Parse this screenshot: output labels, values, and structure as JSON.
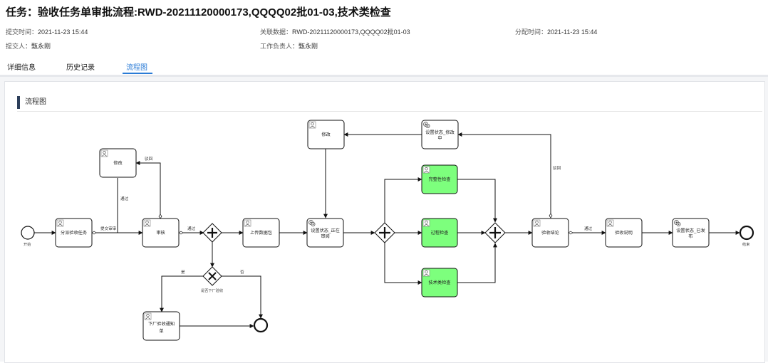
{
  "header": {
    "title": "任务：验收任务单审批流程:RWD-20211120000173,QQQQ02批01-03,技术类检查",
    "fields": [
      {
        "label": "提交时间：",
        "value": "2021-11-23 15:44"
      },
      {
        "label": "关联数据：",
        "value": "RWD-20211120000173,QQQQ02批01-03"
      },
      {
        "label": "分配时间：",
        "value": "2021-11-23 15:44"
      },
      {
        "label": "提交人：",
        "value": "甄永刚"
      },
      {
        "label": "工作负责人：",
        "value": "甄永刚"
      }
    ]
  },
  "tabs": [
    {
      "label": "详细信息",
      "active": false
    },
    {
      "label": "历史记录",
      "active": false
    },
    {
      "label": "流程图",
      "active": true
    }
  ],
  "section": {
    "title": "流程图"
  },
  "colors": {
    "accent": "#2a7bd6",
    "active_task": "#7dff7d",
    "section_bar": "#2c3e5a"
  },
  "flow": {
    "events": {
      "start": "开始",
      "end": "结束"
    },
    "tasks": {
      "assign": "分派验收任务",
      "modify1": "修改",
      "review": "审核",
      "upload": "上传数据包",
      "set_status_review": [
        "设置状态_正在",
        "审阅"
      ],
      "modify2": "修改",
      "set_status_modify": [
        "设置状态_修改",
        "中"
      ],
      "consistency": "完整性检查",
      "process": "过程检查",
      "technical": "技术类检查",
      "conclusion": "验收结论",
      "evaluate": "验收说明",
      "set_status_publish": [
        "设置状态_已发",
        "布"
      ],
      "notify": [
        "下厂验收通知",
        "单"
      ]
    },
    "gateway_labels": {
      "factory": "是否下厂验收"
    },
    "edge_labels": {
      "submit_review": "提交审审",
      "reject1": "驳回",
      "pass1": "通过",
      "pass2": "通过",
      "pass3": "通过",
      "reject2": "驳回",
      "yes": "是",
      "no": "否"
    }
  }
}
